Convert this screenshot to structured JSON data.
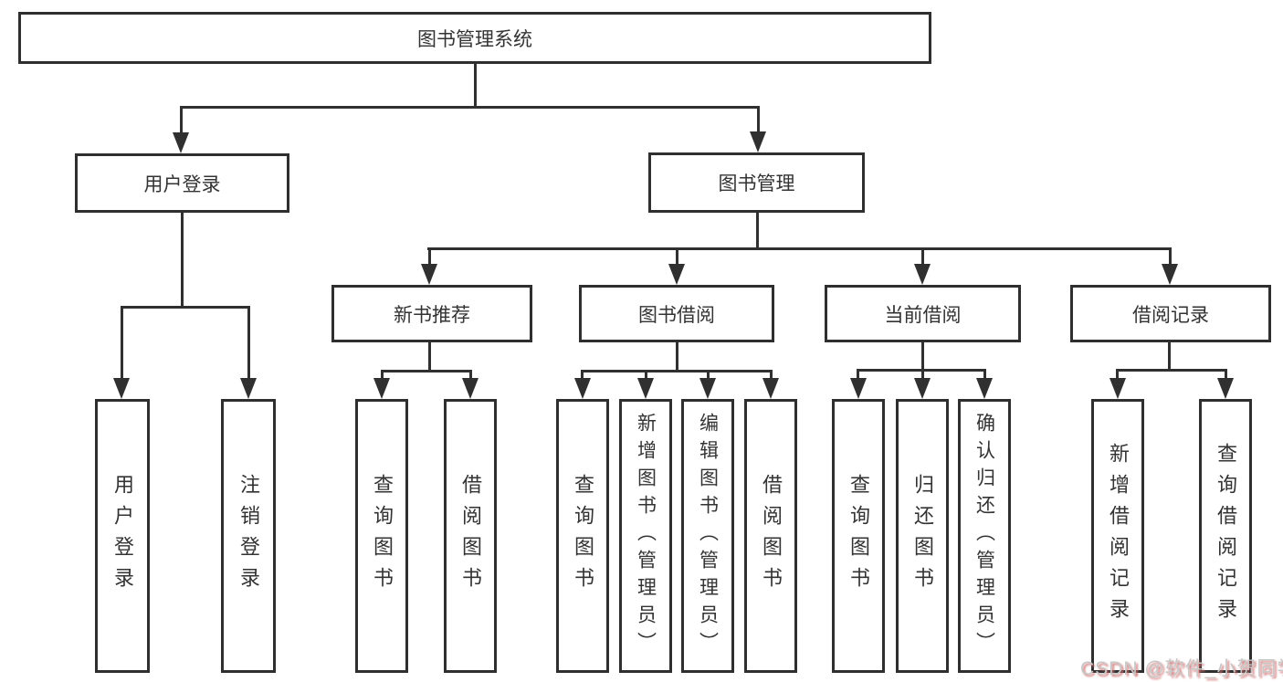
{
  "colors": {
    "line": "#303030",
    "box_border": "#2f2f2f",
    "text": "#333333",
    "box_bg": "#ffffff",
    "canvas_bg": "#ffffff",
    "watermark_text": "#c7c7c7",
    "watermark_shadow": "#cd6a6a"
  },
  "root": {
    "label": "图书管理系统"
  },
  "level2": {
    "user_login": "用户登录",
    "book_management": "图书管理"
  },
  "level3": {
    "new_book": "新书推荐",
    "book_borrow": "图书借阅",
    "current_borrow": "当前借阅",
    "borrow_record": "借阅记录"
  },
  "leaves": {
    "user_login": [
      "用户登录",
      "注销登录"
    ],
    "new_book": [
      "查询图书",
      "借阅图书"
    ],
    "book_borrow": [
      "查询图书",
      "新增图书（管理员）",
      "编辑图书（管理员）",
      "借阅图书"
    ],
    "current_borrow": [
      "查询图书",
      "归还图书",
      "确认归还（管理员）"
    ],
    "borrow_record": [
      "新增借阅记录",
      "查询借阅记录"
    ]
  },
  "watermark": "CSDN @软件_小贺同学"
}
